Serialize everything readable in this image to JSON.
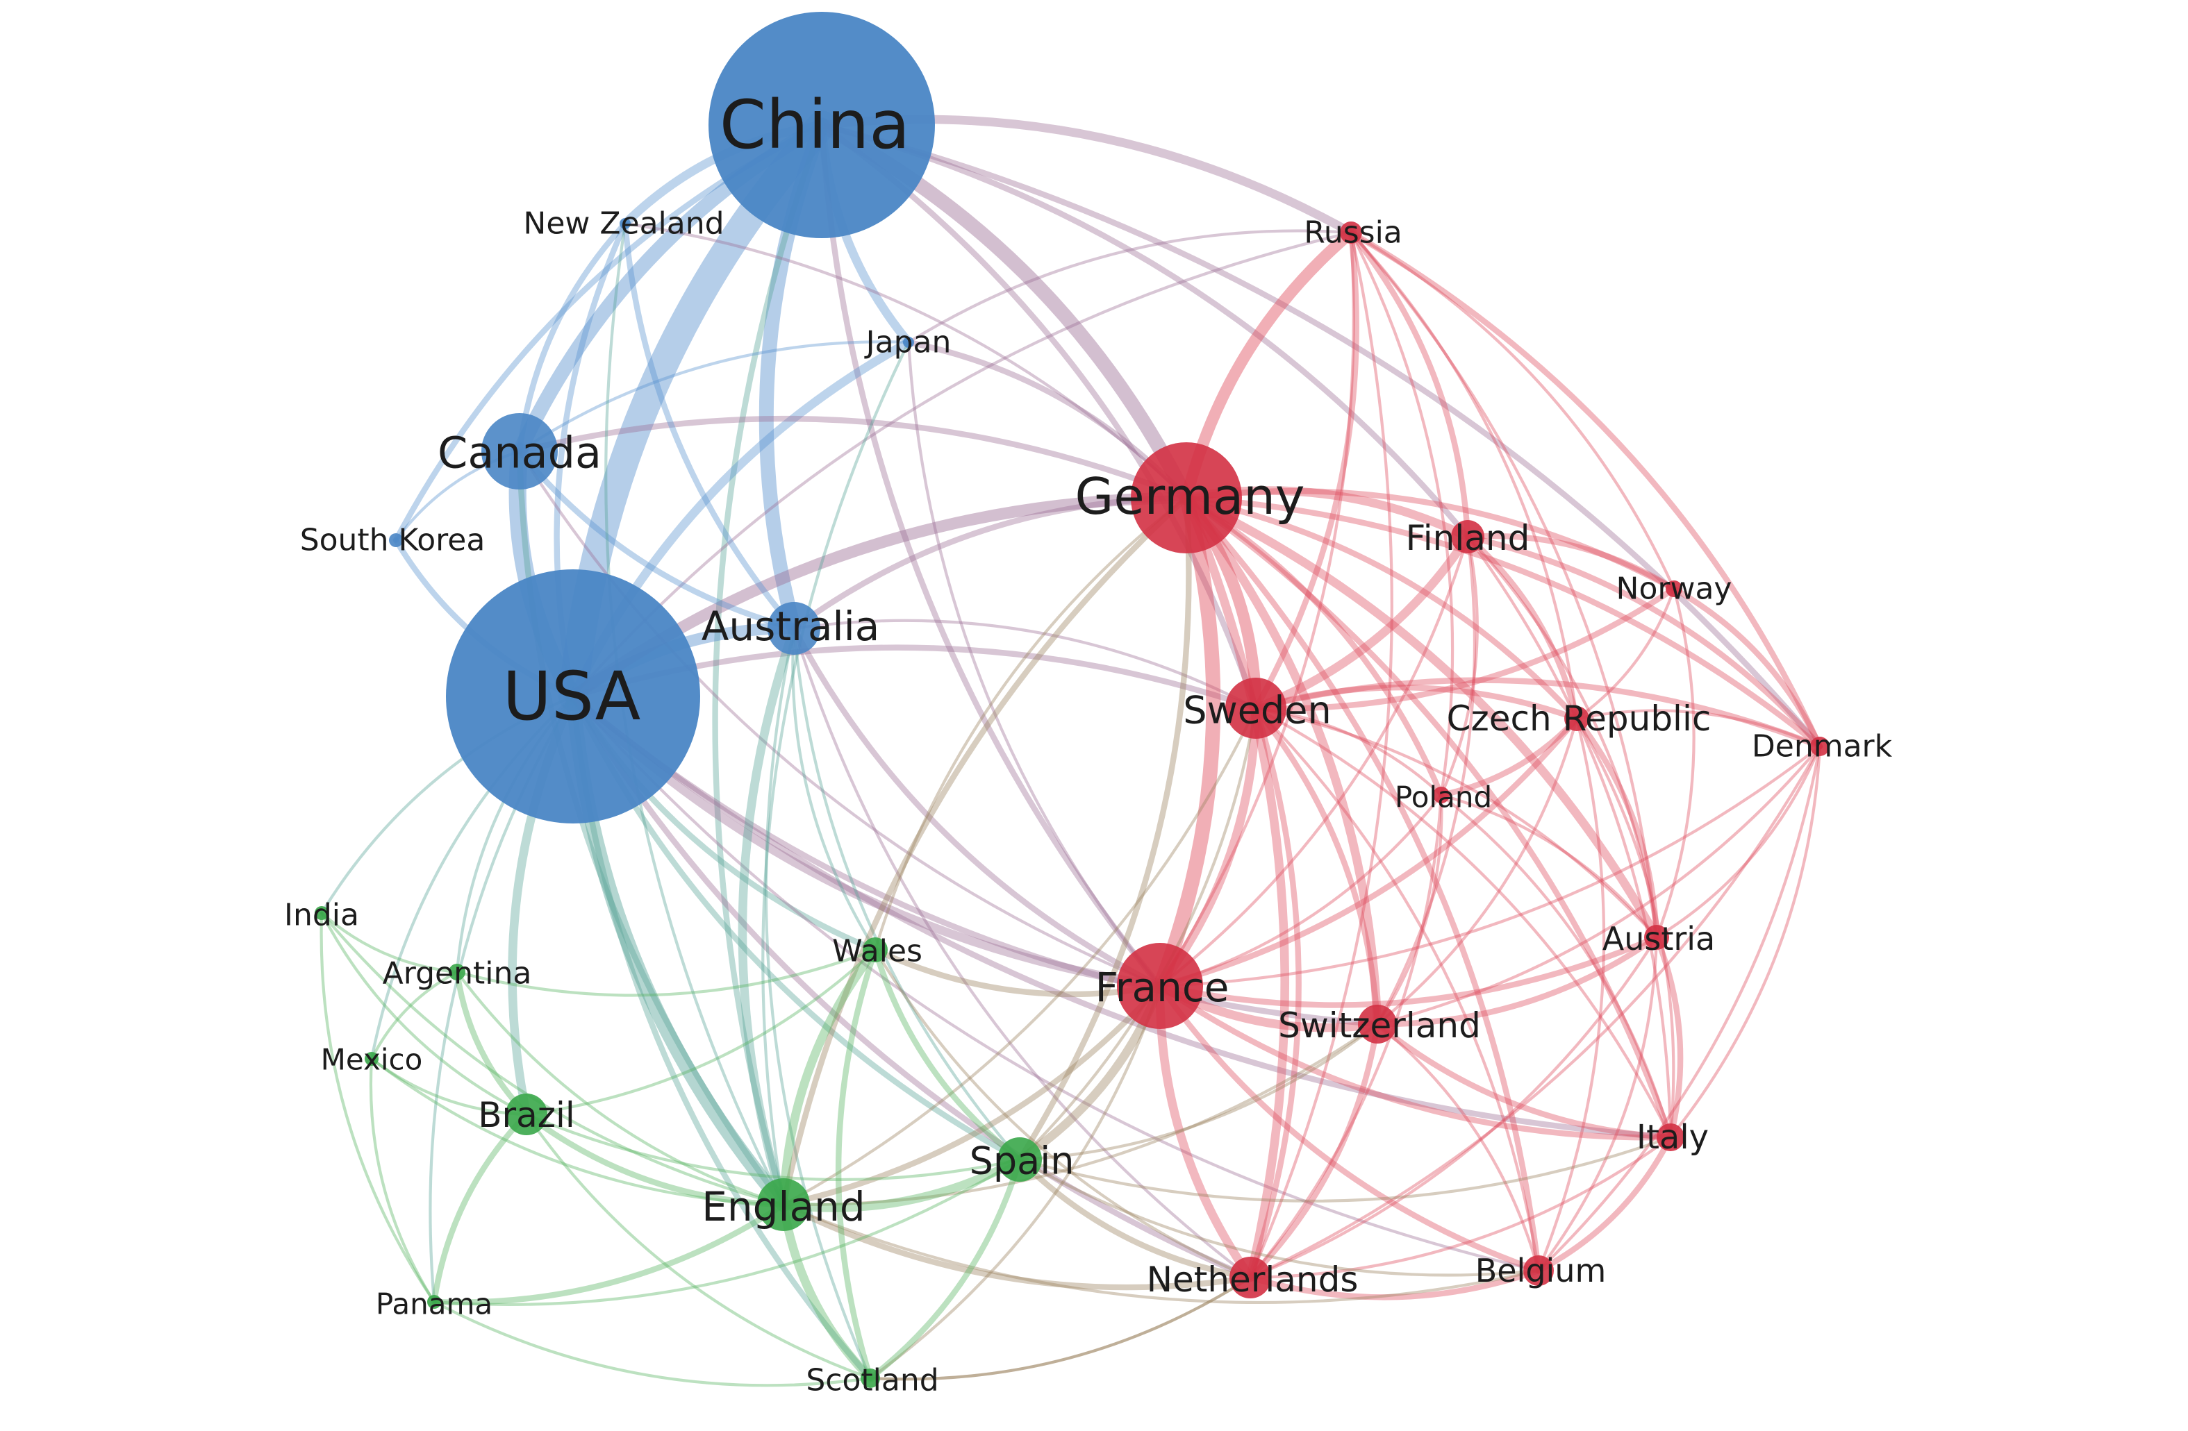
{
  "clusters": {
    "blue": {
      "color": "#4a86c5",
      "edge": "#5b93cf"
    },
    "red": {
      "color": "#d33144",
      "edge": "#df4e5e"
    },
    "green": {
      "color": "#3aa74a",
      "edge": "#57b562"
    }
  },
  "nodes": [
    {
      "id": "china",
      "label": "China",
      "cluster": "blue",
      "weight": 100
    },
    {
      "id": "usa",
      "label": "USA",
      "cluster": "blue",
      "weight": 100
    },
    {
      "id": "new-zealand",
      "label": "New Zealand",
      "cluster": "blue",
      "weight": 8
    },
    {
      "id": "japan",
      "label": "Japan",
      "cluster": "blue",
      "weight": 10
    },
    {
      "id": "canada",
      "label": "Canada",
      "cluster": "blue",
      "weight": 28
    },
    {
      "id": "south-korea",
      "label": "South Korea",
      "cluster": "blue",
      "weight": 8
    },
    {
      "id": "australia",
      "label": "Australia",
      "cluster": "blue",
      "weight": 25
    },
    {
      "id": "russia",
      "label": "Russia",
      "cluster": "red",
      "weight": 10
    },
    {
      "id": "germany",
      "label": "Germany",
      "cluster": "red",
      "weight": 45
    },
    {
      "id": "finland",
      "label": "Finland",
      "cluster": "red",
      "weight": 15
    },
    {
      "id": "norway",
      "label": "Norway",
      "cluster": "red",
      "weight": 10
    },
    {
      "id": "sweden",
      "label": "Sweden",
      "cluster": "red",
      "weight": 28
    },
    {
      "id": "czech",
      "label": "Czech Republic",
      "cluster": "red",
      "weight": 12
    },
    {
      "id": "denmark",
      "label": "Denmark",
      "cluster": "red",
      "weight": 10
    },
    {
      "id": "poland",
      "label": "Poland",
      "cluster": "red",
      "weight": 8
    },
    {
      "id": "austria",
      "label": "Austria",
      "cluster": "red",
      "weight": 12
    },
    {
      "id": "france",
      "label": "France",
      "cluster": "red",
      "weight": 40
    },
    {
      "id": "switzerland",
      "label": "Switzerland",
      "cluster": "red",
      "weight": 18
    },
    {
      "id": "italy",
      "label": "Italy",
      "cluster": "red",
      "weight": 12
    },
    {
      "id": "netherlands",
      "label": "Netherlands",
      "cluster": "red",
      "weight": 18
    },
    {
      "id": "belgium",
      "label": "Belgium",
      "cluster": "red",
      "weight": 12
    },
    {
      "id": "india",
      "label": "India",
      "cluster": "green",
      "weight": 8
    },
    {
      "id": "argentina",
      "label": "Argentina",
      "cluster": "green",
      "weight": 8
    },
    {
      "id": "wales",
      "label": "Wales",
      "cluster": "green",
      "weight": 12
    },
    {
      "id": "mexico",
      "label": "Mexico",
      "cluster": "green",
      "weight": 8
    },
    {
      "id": "brazil",
      "label": "Brazil",
      "cluster": "green",
      "weight": 18
    },
    {
      "id": "spain",
      "label": "Spain",
      "cluster": "green",
      "weight": 20
    },
    {
      "id": "england",
      "label": "England",
      "cluster": "green",
      "weight": 25
    },
    {
      "id": "panama",
      "label": "Panama",
      "cluster": "green",
      "weight": 8
    },
    {
      "id": "scotland",
      "label": "Scotland",
      "cluster": "green",
      "weight": 10
    }
  ],
  "edges": [
    [
      "china",
      "usa",
      10
    ],
    [
      "china",
      "australia",
      5
    ],
    [
      "china",
      "germany",
      5
    ],
    [
      "china",
      "canada",
      5
    ],
    [
      "china",
      "japan",
      3
    ],
    [
      "china",
      "new-zealand",
      3
    ],
    [
      "china",
      "russia",
      3
    ],
    [
      "china",
      "france",
      2
    ],
    [
      "china",
      "england",
      2
    ],
    [
      "china",
      "sweden",
      2
    ],
    [
      "china",
      "denmark",
      2
    ],
    [
      "china",
      "finland",
      2
    ],
    [
      "china",
      "south-korea",
      2
    ],
    [
      "usa",
      "canada",
      6
    ],
    [
      "usa",
      "australia",
      4
    ],
    [
      "usa",
      "germany",
      4
    ],
    [
      "usa",
      "england",
      5
    ],
    [
      "usa",
      "france",
      3
    ],
    [
      "usa",
      "brazil",
      3
    ],
    [
      "usa",
      "japan",
      3
    ],
    [
      "usa",
      "spain",
      2
    ],
    [
      "usa",
      "netherlands",
      2
    ],
    [
      "usa",
      "switzerland",
      2
    ],
    [
      "usa",
      "south-korea",
      2
    ],
    [
      "usa",
      "new-zealand",
      2
    ],
    [
      "usa",
      "sweden",
      2
    ],
    [
      "usa",
      "italy",
      2
    ],
    [
      "usa",
      "india",
      1
    ],
    [
      "usa",
      "mexico",
      1
    ],
    [
      "usa",
      "argentina",
      1
    ],
    [
      "usa",
      "wales",
      2
    ],
    [
      "usa",
      "scotland",
      2
    ],
    [
      "usa",
      "panama",
      1
    ],
    [
      "usa",
      "russia",
      1
    ],
    [
      "usa",
      "belgium",
      1
    ],
    [
      "canada",
      "australia",
      2
    ],
    [
      "canada",
      "germany",
      2
    ],
    [
      "canada",
      "new-zealand",
      2
    ],
    [
      "canada",
      "england",
      2
    ],
    [
      "canada",
      "south-korea",
      1
    ],
    [
      "canada",
      "japan",
      1
    ],
    [
      "canada",
      "france",
      1
    ],
    [
      "australia",
      "germany",
      2
    ],
    [
      "australia",
      "england",
      3
    ],
    [
      "australia",
      "new-zealand",
      2
    ],
    [
      "australia",
      "france",
      2
    ],
    [
      "australia",
      "spain",
      1
    ],
    [
      "australia",
      "wales",
      1
    ],
    [
      "australia",
      "scotland",
      1
    ],
    [
      "australia",
      "sweden",
      1
    ],
    [
      "australia",
      "netherlands",
      1
    ],
    [
      "japan",
      "germany",
      2
    ],
    [
      "japan",
      "france",
      1
    ],
    [
      "japan",
      "russia",
      1
    ],
    [
      "japan",
      "england",
      1
    ],
    [
      "new-zealand",
      "england",
      1
    ],
    [
      "new-zealand",
      "germany",
      1
    ],
    [
      "germany",
      "france",
      5
    ],
    [
      "germany",
      "sweden",
      4
    ],
    [
      "germany",
      "russia",
      4
    ],
    [
      "germany",
      "finland",
      3
    ],
    [
      "germany",
      "netherlands",
      3
    ],
    [
      "germany",
      "switzerland",
      3
    ],
    [
      "germany",
      "austria",
      3
    ],
    [
      "germany",
      "czech",
      2
    ],
    [
      "germany",
      "norway",
      2
    ],
    [
      "germany",
      "denmark",
      2
    ],
    [
      "germany",
      "poland",
      2
    ],
    [
      "germany",
      "italy",
      2
    ],
    [
      "germany",
      "belgium",
      2
    ],
    [
      "germany",
      "england",
      2
    ],
    [
      "germany",
      "spain",
      2
    ],
    [
      "germany",
      "wales",
      1
    ],
    [
      "sweden",
      "france",
      3
    ],
    [
      "sweden",
      "finland",
      3
    ],
    [
      "sweden",
      "norway",
      2
    ],
    [
      "sweden",
      "denmark",
      2
    ],
    [
      "sweden",
      "czech",
      2
    ],
    [
      "sweden",
      "switzerland",
      2
    ],
    [
      "sweden",
      "netherlands",
      2
    ],
    [
      "sweden",
      "russia",
      2
    ],
    [
      "sweden",
      "poland",
      1
    ],
    [
      "sweden",
      "austria",
      1
    ],
    [
      "sweden",
      "spain",
      1
    ],
    [
      "sweden",
      "england",
      1
    ],
    [
      "sweden",
      "italy",
      1
    ],
    [
      "sweden",
      "belgium",
      1
    ],
    [
      "france",
      "switzerland",
      3
    ],
    [
      "france",
      "netherlands",
      3
    ],
    [
      "france",
      "italy",
      2
    ],
    [
      "france",
      "belgium",
      2
    ],
    [
      "france",
      "spain",
      3
    ],
    [
      "france",
      "england",
      2
    ],
    [
      "france",
      "austria",
      2
    ],
    [
      "france",
      "czech",
      2
    ],
    [
      "france",
      "poland",
      1
    ],
    [
      "france",
      "wales",
      2
    ],
    [
      "france",
      "scotland",
      1
    ],
    [
      "france",
      "russia",
      1
    ],
    [
      "france",
      "finland",
      1
    ],
    [
      "france",
      "denmark",
      1
    ],
    [
      "russia",
      "finland",
      2
    ],
    [
      "russia",
      "czech",
      1
    ],
    [
      "russia",
      "denmark",
      2
    ],
    [
      "russia",
      "norway",
      1
    ],
    [
      "russia",
      "poland",
      1
    ],
    [
      "russia",
      "netherlands",
      1
    ],
    [
      "russia",
      "austria",
      1
    ],
    [
      "finland",
      "norway",
      2
    ],
    [
      "finland",
      "czech",
      2
    ],
    [
      "finland",
      "denmark",
      2
    ],
    [
      "finland",
      "poland",
      1
    ],
    [
      "finland",
      "austria",
      1
    ],
    [
      "finland",
      "italy",
      1
    ],
    [
      "finland",
      "switzerland",
      1
    ],
    [
      "norway",
      "denmark",
      2
    ],
    [
      "norway",
      "czech",
      1
    ],
    [
      "norway",
      "austria",
      1
    ],
    [
      "czech",
      "denmark",
      1
    ],
    [
      "czech",
      "poland",
      2
    ],
    [
      "czech",
      "austria",
      2
    ],
    [
      "czech",
      "italy",
      1
    ],
    [
      "czech",
      "switzerland",
      1
    ],
    [
      "czech",
      "belgium",
      1
    ],
    [
      "denmark",
      "austria",
      1
    ],
    [
      "denmark",
      "italy",
      1
    ],
    [
      "denmark",
      "belgium",
      1
    ],
    [
      "denmark",
      "netherlands",
      1
    ],
    [
      "denmark",
      "switzerland",
      1
    ],
    [
      "poland",
      "austria",
      1
    ],
    [
      "poland",
      "italy",
      1
    ],
    [
      "poland",
      "switzerland",
      1
    ],
    [
      "poland",
      "netherlands",
      1
    ],
    [
      "austria",
      "switzerland",
      2
    ],
    [
      "austria",
      "italy",
      2
    ],
    [
      "austria",
      "netherlands",
      1
    ],
    [
      "austria",
      "belgium",
      1
    ],
    [
      "switzerland",
      "italy",
      2
    ],
    [
      "switzerland",
      "netherlands",
      2
    ],
    [
      "switzerland",
      "belgium",
      1
    ],
    [
      "switzerland",
      "spain",
      1
    ],
    [
      "switzerland",
      "england",
      1
    ],
    [
      "italy",
      "belgium",
      2
    ],
    [
      "italy",
      "netherlands",
      1
    ],
    [
      "italy",
      "spain",
      1
    ],
    [
      "netherlands",
      "belgium",
      2
    ],
    [
      "netherlands",
      "england",
      2
    ],
    [
      "netherlands",
      "spain",
      2
    ],
    [
      "netherlands",
      "wales",
      1
    ],
    [
      "netherlands",
      "scotland",
      1
    ],
    [
      "belgium",
      "spain",
      1
    ],
    [
      "belgium",
      "england",
      1
    ],
    [
      "england",
      "spain",
      3
    ],
    [
      "england",
      "scotland",
      3
    ],
    [
      "england",
      "wales",
      3
    ],
    [
      "england",
      "brazil",
      2
    ],
    [
      "england",
      "panama",
      2
    ],
    [
      "england",
      "argentina",
      1
    ],
    [
      "england",
      "mexico",
      1
    ],
    [
      "england",
      "india",
      1
    ],
    [
      "spain",
      "wales",
      2
    ],
    [
      "spain",
      "scotland",
      2
    ],
    [
      "spain",
      "brazil",
      1
    ],
    [
      "spain",
      "panama",
      1
    ],
    [
      "wales",
      "scotland",
      2
    ],
    [
      "wales",
      "brazil",
      1
    ],
    [
      "wales",
      "argentina",
      1
    ],
    [
      "brazil",
      "argentina",
      2
    ],
    [
      "brazil",
      "mexico",
      1
    ],
    [
      "brazil",
      "panama",
      2
    ],
    [
      "brazil",
      "india",
      1
    ],
    [
      "brazil",
      "scotland",
      1
    ],
    [
      "argentina",
      "mexico",
      1
    ],
    [
      "argentina",
      "india",
      1
    ],
    [
      "mexico",
      "panama",
      1
    ],
    [
      "india",
      "panama",
      1
    ],
    [
      "scotland",
      "panama",
      1
    ],
    [
      "scotland",
      "netherlands",
      1
    ]
  ]
}
